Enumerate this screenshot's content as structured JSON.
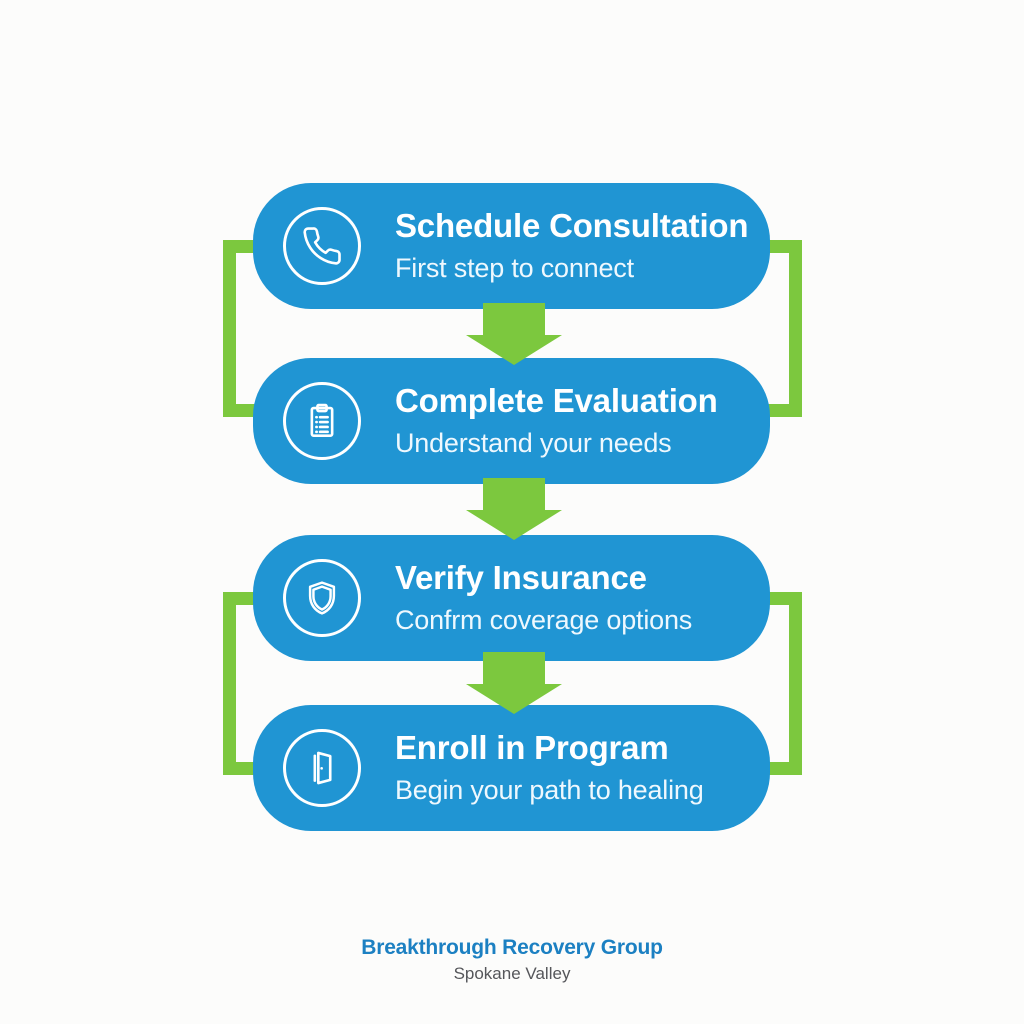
{
  "colors": {
    "step_blue": "#2095d3",
    "connector_green": "#7cc83e",
    "title_white": "#ffffff",
    "brand_blue": "#1c80c2",
    "location_gray": "#55565a",
    "background": "#fcfcfb"
  },
  "steps": [
    {
      "icon": "phone-icon",
      "title": "Schedule Consultation",
      "subtitle": "First step to connect"
    },
    {
      "icon": "clipboard-icon",
      "title": "Complete Evaluation",
      "subtitle": "Understand your needs"
    },
    {
      "icon": "shield-icon",
      "title": "Verify Insurance",
      "subtitle": "Confrm coverage options"
    },
    {
      "icon": "door-icon",
      "title": "Enroll in Program",
      "subtitle": "Begin your path to healing"
    }
  ],
  "footer": {
    "brand": "Breakthrough Recovery Group",
    "location": "Spokane Valley"
  }
}
